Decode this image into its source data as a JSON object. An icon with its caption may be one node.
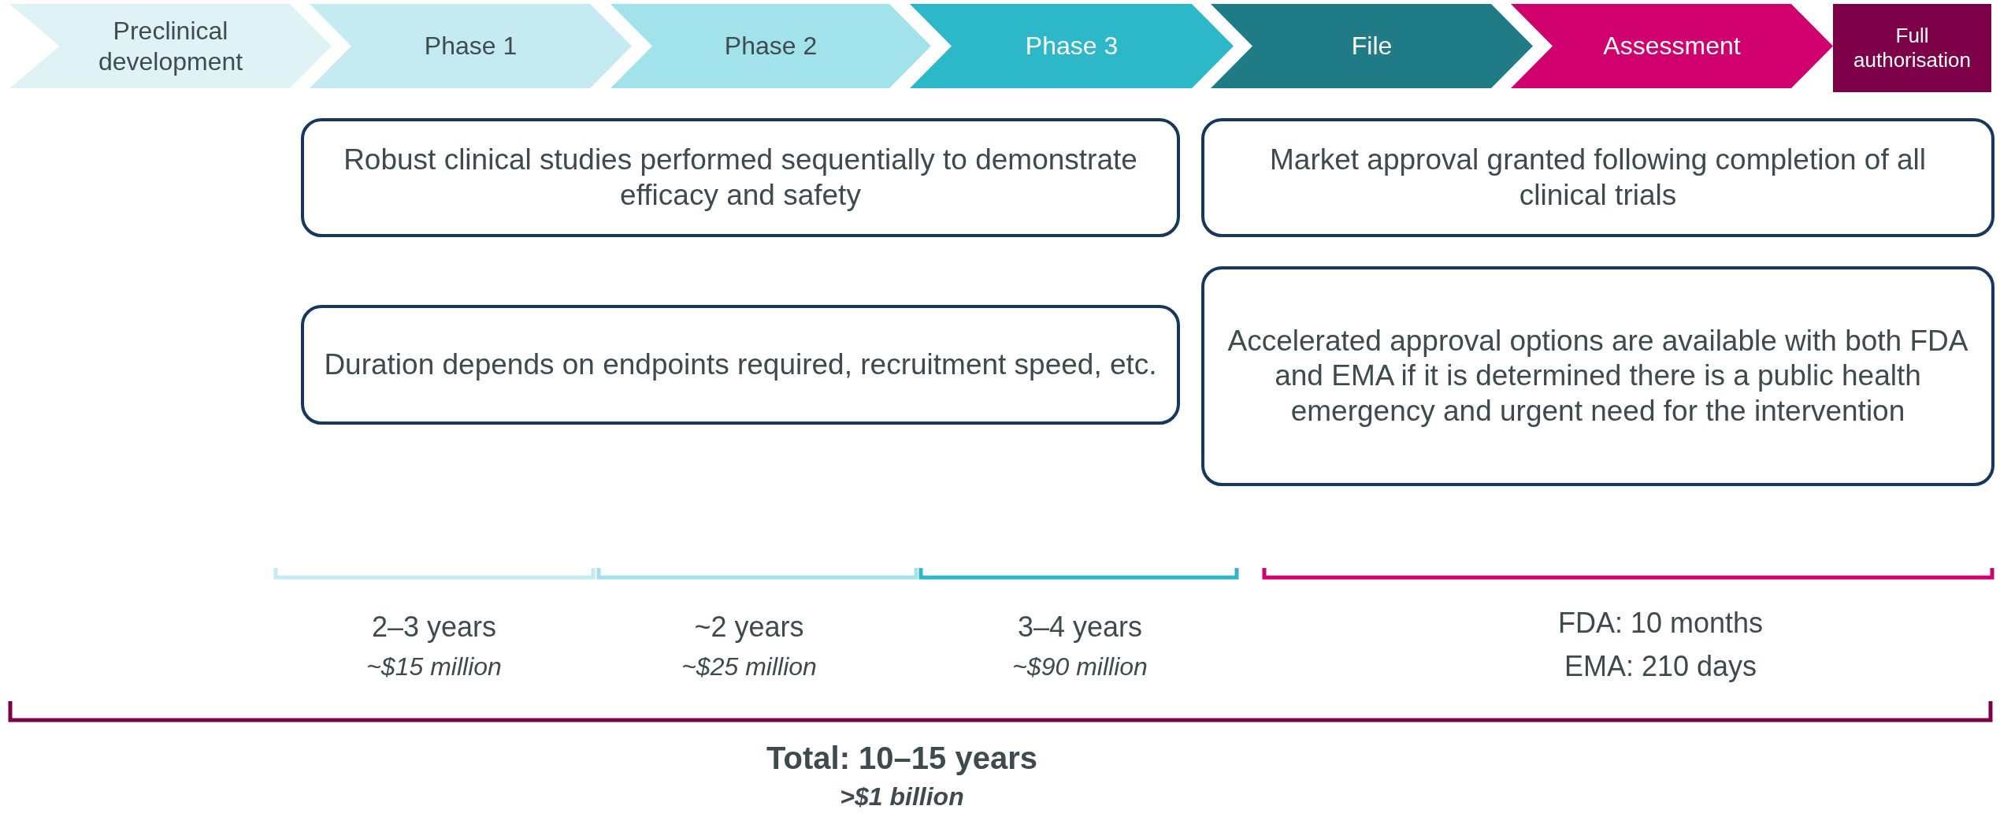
{
  "diagram": {
    "nodes": [
      {
        "text": [
          "Preclinical development"
        ]
      },
      {
        "text": [
          "Phase 1"
        ]
      },
      {
        "text": [
          "Phase 2"
        ]
      },
      {
        "text": [
          "Phase 3"
        ]
      },
      {
        "text": [
          "File"
        ]
      },
      {
        "text": [
          "Assessment"
        ]
      },
      {
        "text": [
          "Full authorisation"
        ]
      },
      {
        "text": [
          "Robust clinical studies performed sequentially to demonstrate efficacy and safety"
        ]
      },
      {
        "text": [
          "Market approval granted following completion of all clinical trials"
        ]
      },
      {
        "text": [
          "Duration depends on endpoints required, recruitment speed, etc."
        ]
      },
      {
        "text": [
          "Accelerated approval options are available with both FDA and EMA if it is determined there is a public health emergency and urgent need for the intervention"
        ]
      }
    ],
    "labels": [
      "2–3 years",
      "~$15 million",
      "~2 years",
      "~$25 million",
      "3–4 years",
      "~$90 million",
      "FDA: 10 months",
      "EMA: 210 days",
      "Total: 10–15 years",
      ">$1 billion"
    ]
  }
}
